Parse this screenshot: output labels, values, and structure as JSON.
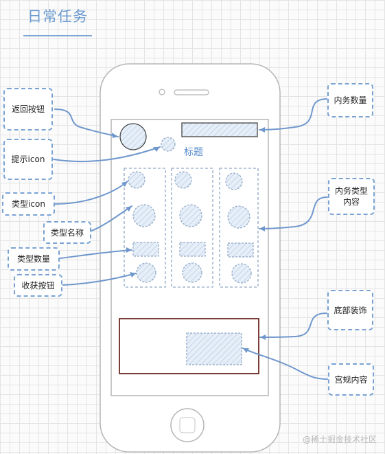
{
  "title": "日常任务",
  "screen_title": "标题",
  "watermark": "@稀土掘金技术社区",
  "labels": {
    "back": "返回按钮",
    "hint": "提示icon",
    "type_icon": "类型icon",
    "type_name": "类型名称",
    "type_count": "类型数量",
    "collect": "收获按钮",
    "task_count": "内务数量",
    "task_type": "内务类型\n内容",
    "bottom_deco": "底部装饰",
    "palace": "宫规内容"
  },
  "colors": {
    "accent": "#7aa3d3",
    "hatch": "#dde9f6",
    "outline": "#a9b6c6",
    "bottom_box": "#6b2b22"
  }
}
